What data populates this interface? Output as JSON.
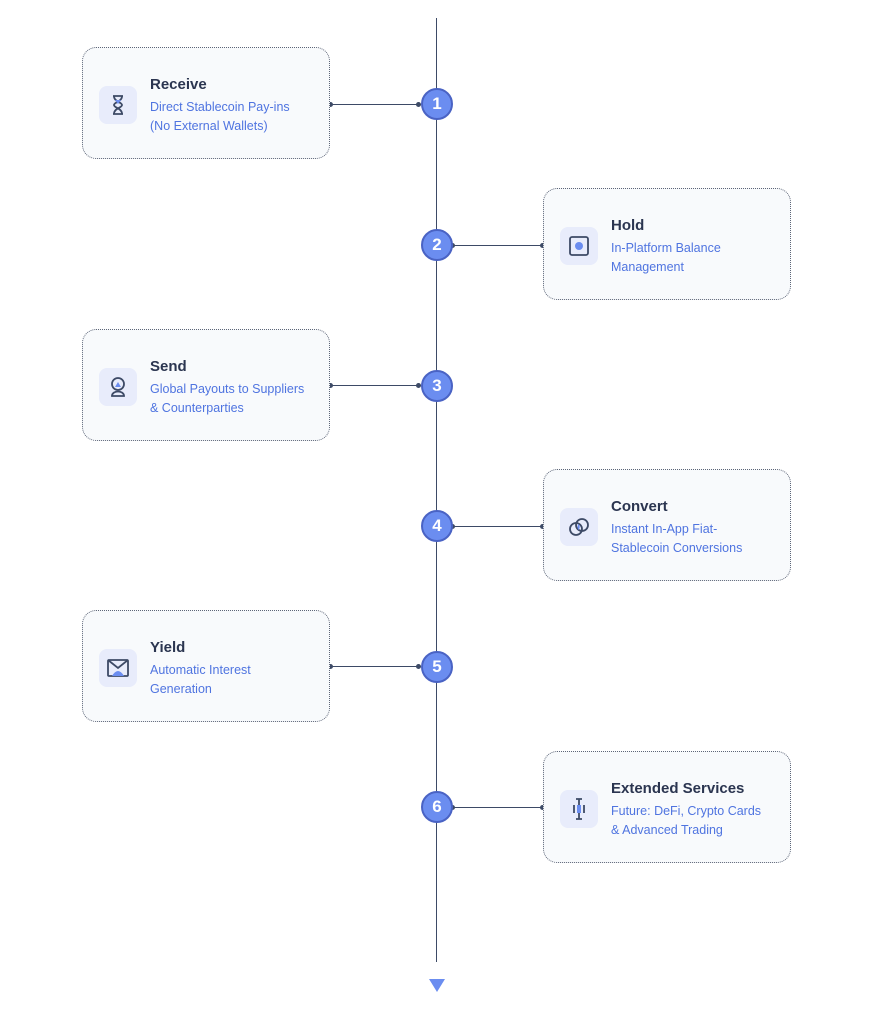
{
  "steps": [
    {
      "number": "1",
      "title": "Receive",
      "line1": "Direct Stablecoin Pay-ins",
      "line2": "(No External Wallets)",
      "icon": "hourglass-icon",
      "side": "left"
    },
    {
      "number": "2",
      "title": "Hold",
      "line1": "In-Platform Balance",
      "line2": "Management",
      "icon": "safe-icon",
      "side": "right"
    },
    {
      "number": "3",
      "title": "Send",
      "line1": "Global Payouts to Suppliers",
      "line2": "& Counterparties",
      "icon": "send-icon",
      "side": "left"
    },
    {
      "number": "4",
      "title": "Convert",
      "line1": "Instant In-App Fiat-",
      "line2": "Stablecoin Conversions",
      "icon": "convert-icon",
      "side": "right"
    },
    {
      "number": "5",
      "title": "Yield",
      "line1": "Automatic Interest",
      "line2": "Generation",
      "icon": "yield-icon",
      "side": "left"
    },
    {
      "number": "6",
      "title": "Extended Services",
      "line1": "Future: DeFi, Crypto Cards",
      "line2": "& Advanced Trading",
      "icon": "candlestick-icon",
      "side": "right"
    }
  ],
  "colors": {
    "accent": "#6b8df0",
    "line": "#3d4a66",
    "title": "#2b3550",
    "desc": "#4f74e0",
    "icon_bg": "#e8ecfb"
  }
}
